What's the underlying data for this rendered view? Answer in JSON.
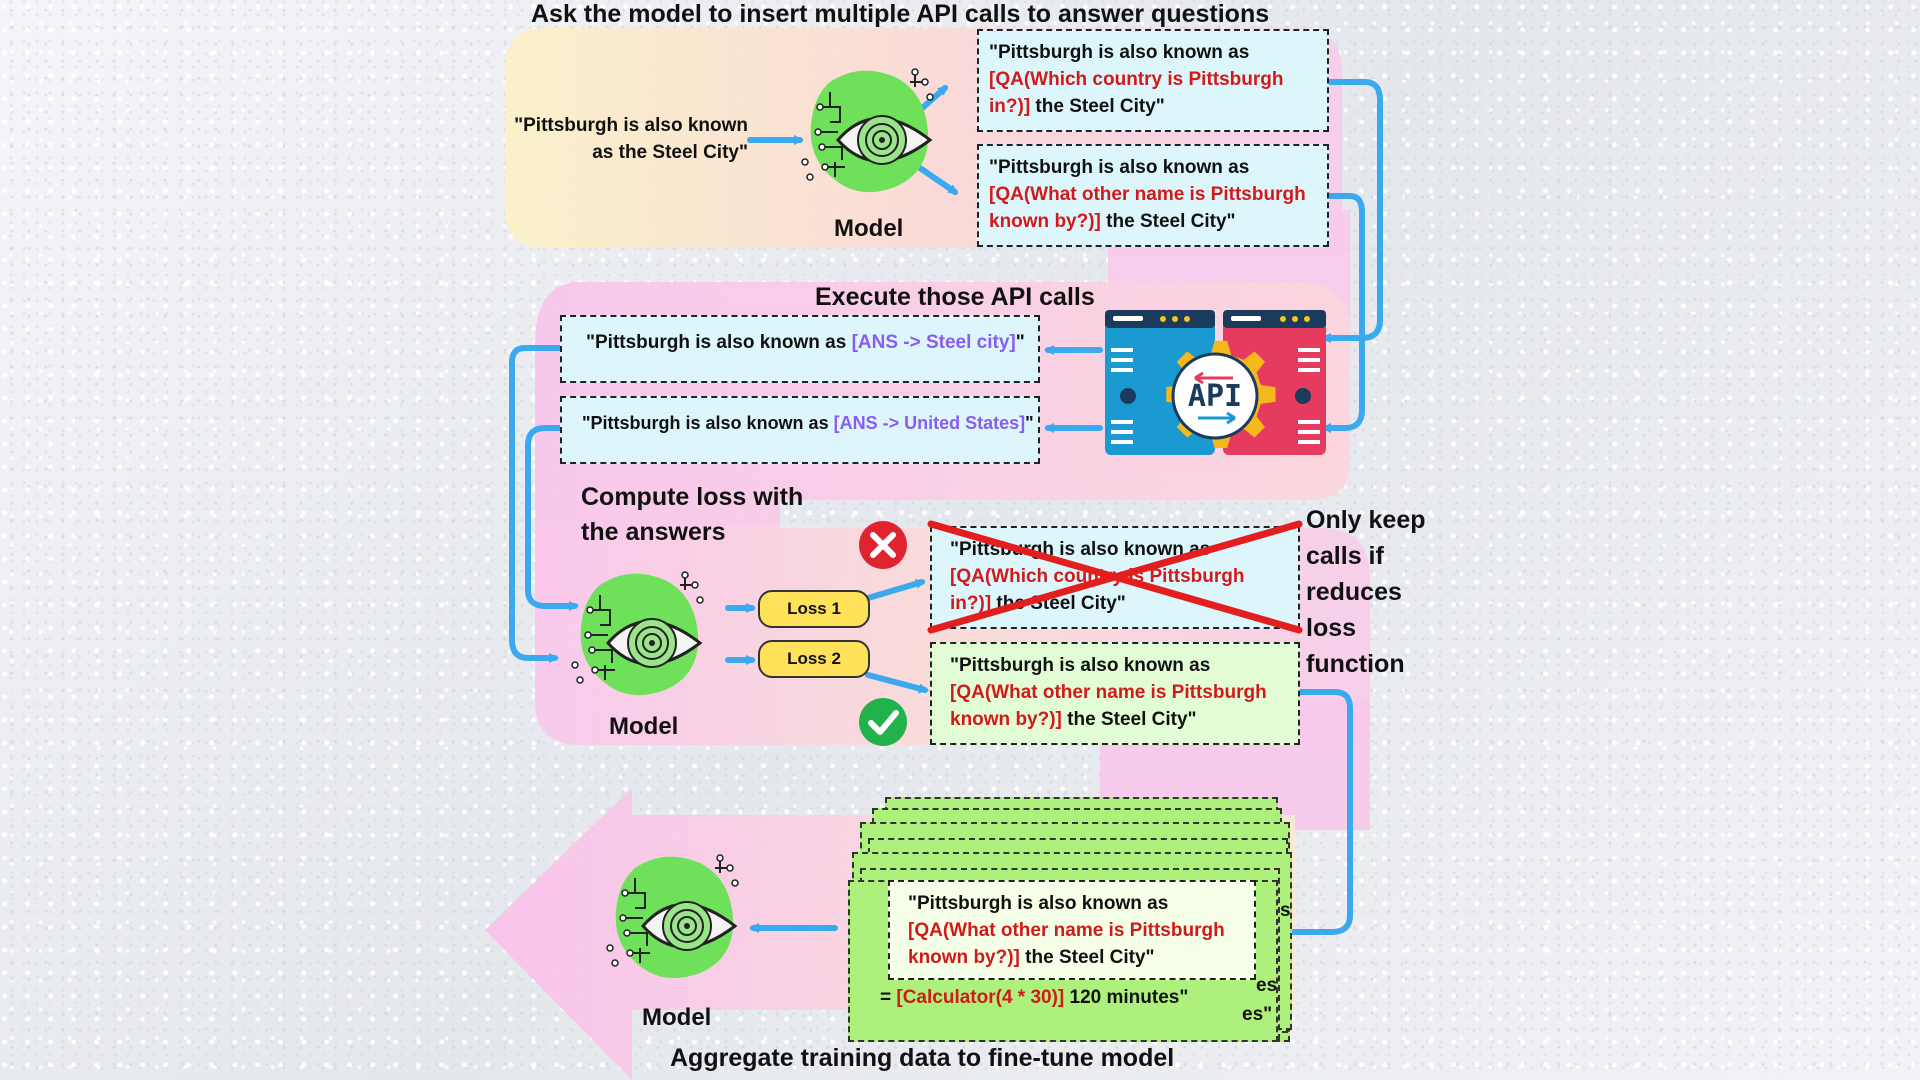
{
  "steps": {
    "step1_title": "Ask the model to insert multiple API calls to answer questions",
    "step2_title": "Execute those API calls",
    "step3_title_line1": "Compute loss with",
    "step3_title_line2": "the answers",
    "step4_title": "Aggregate training data to fine-tune model"
  },
  "input_text_line1": "\"Pittsburgh is also known",
  "input_text_line2": "as the Steel City\"",
  "model_label": "Model",
  "api_label": "API",
  "candidates": [
    {
      "line1": "\"Pittsburgh is also known as",
      "call": "[QA(Which country is Pittsburgh in?)]",
      "tail": " the Steel City\""
    },
    {
      "line1": "\"Pittsburgh is also known as",
      "call": "[QA(What other name is Pittsburgh known by?)]",
      "tail": " the Steel City\""
    }
  ],
  "answers": [
    {
      "prefix": "\"Pittsburgh is also known as ",
      "ans": "[ANS -> Steel city]",
      "suffix": "\""
    },
    {
      "prefix": "\"Pittsburgh is also known as ",
      "ans": "[ANS -> United States]",
      "suffix": "\""
    }
  ],
  "losses": [
    "Loss 1",
    "Loss 2"
  ],
  "filter_note": [
    "Only keep",
    "calls if",
    "reduces",
    "loss",
    "function"
  ],
  "stack_fragments": {
    "calc_prefix": "= ",
    "calc_call": "[Calculator(4 * 30)]",
    "calc_tail": " 120 minutes\"",
    "frag_s": "s",
    "frag_es": "es\"",
    "frag_es2": "es"
  },
  "colors": {
    "arrow": "#3aa9f0",
    "call_red": "#d11a1a",
    "answer_purple": "#8a5cf0",
    "loss_yellow": "#ffe15a",
    "reject_red": "#e0242f",
    "accept_green": "#22b24c"
  }
}
